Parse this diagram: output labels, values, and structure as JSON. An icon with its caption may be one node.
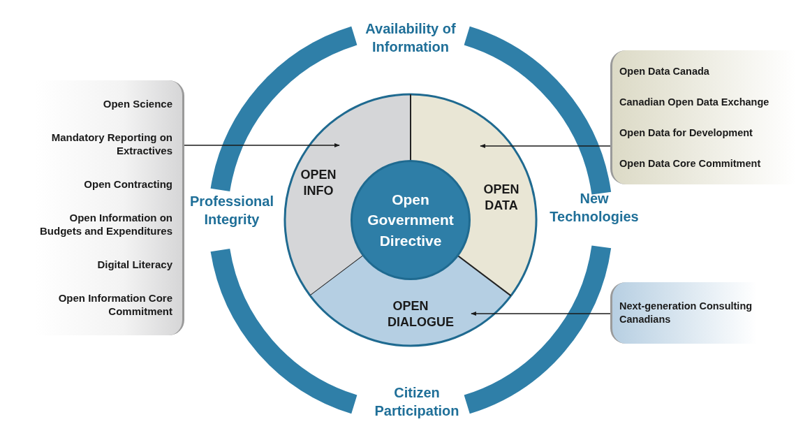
{
  "diagram": {
    "nodes": [
      {
        "text": [
          "Open Science",
          "Mandatory Reporting on Extractives",
          "Open Contracting",
          "Open Information on Budgets and Expenditures",
          "Digital Literacy",
          "Open Information Core Commitment"
        ]
      },
      {
        "text": [
          "OPEN INFO"
        ]
      },
      {
        "text": [
          "OPEN DATA"
        ]
      },
      {
        "text": [
          "OPEN DIALOGUE"
        ]
      },
      {
        "text": [
          "Open Government Directive"
        ]
      },
      {
        "text": [
          "Open Data Canada",
          "Canadian Open Data Exchange",
          "Open Data for Development",
          "Open Data Core Commitment"
        ]
      },
      {
        "text": [
          "Next-generation Consulting Canadians"
        ]
      }
    ],
    "edges": [
      {
        "from": 0,
        "to": 1,
        "arrow": "to"
      },
      {
        "from": 5,
        "to": 2,
        "arrow": "to"
      },
      {
        "from": 6,
        "to": 3,
        "arrow": "to"
      }
    ],
    "labels": [
      "Availability of Information",
      "Professional Integrity",
      "New Technologies",
      "Citizen Participation"
    ]
  }
}
